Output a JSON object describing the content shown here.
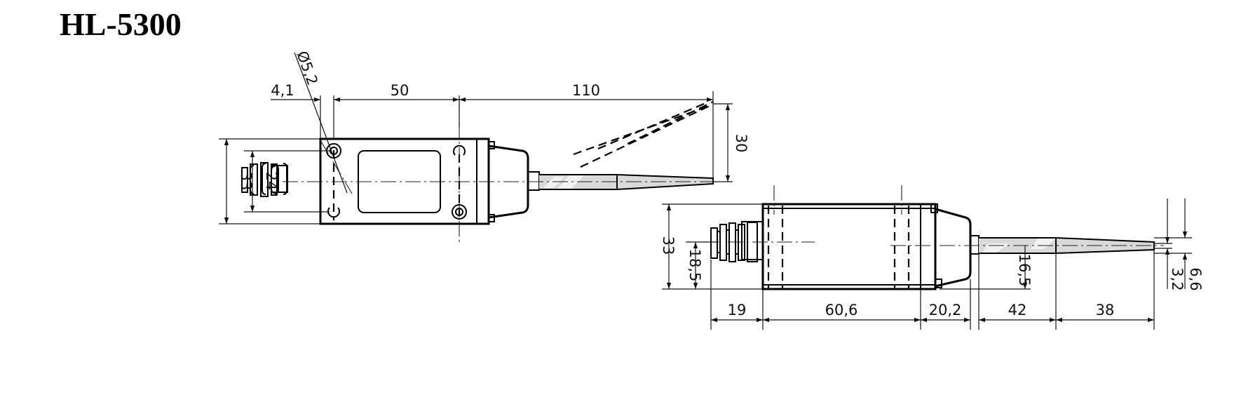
{
  "title": "HL-5300",
  "front_view": {
    "dim_hole_dia": "Ø5,2",
    "dim_hole_offset": "4,1",
    "dim_hole_spacing": "50",
    "dim_arm_length": "110",
    "dim_arm_swing": "30",
    "dim_body_height": "33",
    "dim_hole_vertical": "24"
  },
  "side_view": {
    "dim_body_height": "33",
    "dim_axis_height": "18,5",
    "dim_lever_height": "16,5",
    "dim_rod_dia_outer": "6,6",
    "dim_rod_dia_inner": "3,2",
    "dim_gland": "19",
    "dim_body_length": "60,6",
    "dim_head_length": "20,2",
    "dim_rod_length": "42",
    "dim_tip_length": "38"
  }
}
